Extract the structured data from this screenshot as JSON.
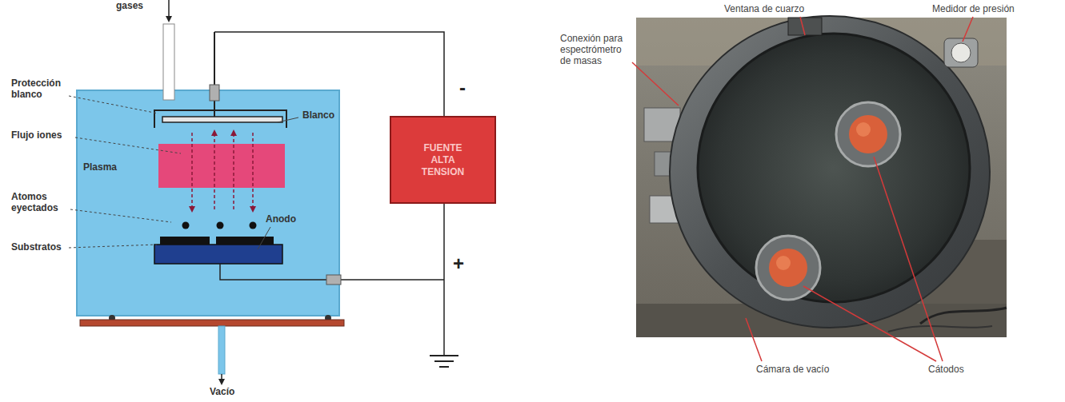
{
  "diagram": {
    "nodes": [
      {
        "text": [
          "FUENTE ALTA TENSION"
        ]
      }
    ],
    "labels": [
      "gases",
      "Protección blanco",
      "Blanco",
      "Flujo iones",
      "Plasma",
      "Atomos eyectados",
      "Anodo",
      "Substratos",
      "-",
      "+",
      "Vacío",
      "Ventana de cuarzo",
      "Medidor de presión",
      "Conexión para espectrómetro de masas",
      "Cámara de vacío",
      "Cátodos"
    ]
  }
}
